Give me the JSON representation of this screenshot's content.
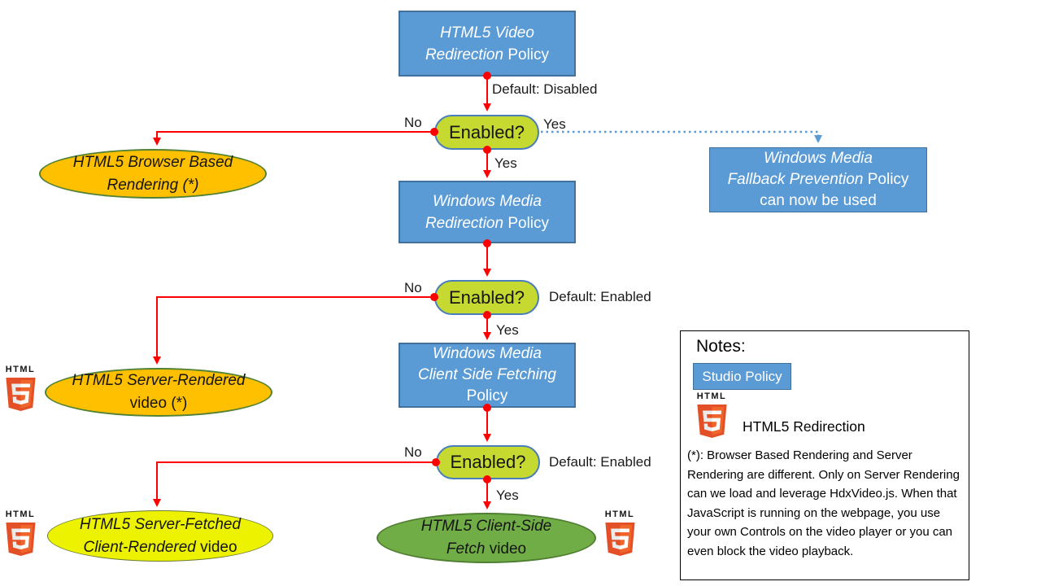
{
  "colors": {
    "policy_box_fill": "#5B9BD5",
    "policy_box_border": "#41719C",
    "decision_fill": "#C5D931",
    "decision_border": "#4A7EBB",
    "result_orange": "#FFC000",
    "result_yellow": "#EDF200",
    "result_green": "#70AD47",
    "result_green_border": "#507E32",
    "arrow_red": "#FF0000",
    "dotted_blue": "#5B9BD5"
  },
  "nodes": {
    "html5_video_policy": {
      "line1_italic": "HTML5 Video",
      "line2_italic": "Redirection ",
      "line2_regular": "Policy"
    },
    "enabled_pill": {
      "label": "Enabled?"
    },
    "browser_based_rendering": {
      "line1_italic": "HTML5 Browser Based",
      "line2_italic": "Rendering (*)"
    },
    "wm_redirection_policy": {
      "line1_italic": "Windows Media",
      "line2_italic": "Redirection ",
      "line2_regular": "Policy"
    },
    "wm_fallback_prevention": {
      "line1_italic": "Windows Media",
      "line2_italic": "Fallback Prevention ",
      "line2_regular": "Policy",
      "line3_regular": "can now be used"
    },
    "server_rendered_video": {
      "line1_italic": "HTML5 Server-Rendered",
      "line2_regular": "video (*)"
    },
    "wm_client_side_fetching": {
      "line1_italic": "Windows Media",
      "line2_italic": "Client Side Fetching",
      "line3_regular": "Policy"
    },
    "server_fetched_video": {
      "line1_italic": "HTML5 Server-Fetched",
      "line2_italic": "Client-Rendered ",
      "line2_regular": "video"
    },
    "client_side_fetch_video": {
      "line1_italic": "HTML5 Client-Side",
      "line2_italic": "Fetch ",
      "line2_regular": "video"
    }
  },
  "edge_labels": {
    "default_disabled": "Default: Disabled",
    "default_enabled_2": "Default: Enabled",
    "default_enabled_3": "Default: Enabled",
    "no_1": "No",
    "no_2": "No",
    "no_3": "No",
    "yes_right": "Yes",
    "yes_1": "Yes",
    "yes_2": "Yes",
    "yes_3": "Yes"
  },
  "logo": {
    "word": "HTML"
  },
  "notes": {
    "title": "Notes:",
    "studio_policy_label": "Studio Policy",
    "html5_redirection_label": "HTML5 Redirection",
    "body": "(*): Browser Based Rendering and Server Rendering are different. Only on Server Rendering can we load and leverage HdxVideo.js. When that JavaScript is running on the webpage, you use your own Controls on the video player or you can even block the video playback."
  }
}
